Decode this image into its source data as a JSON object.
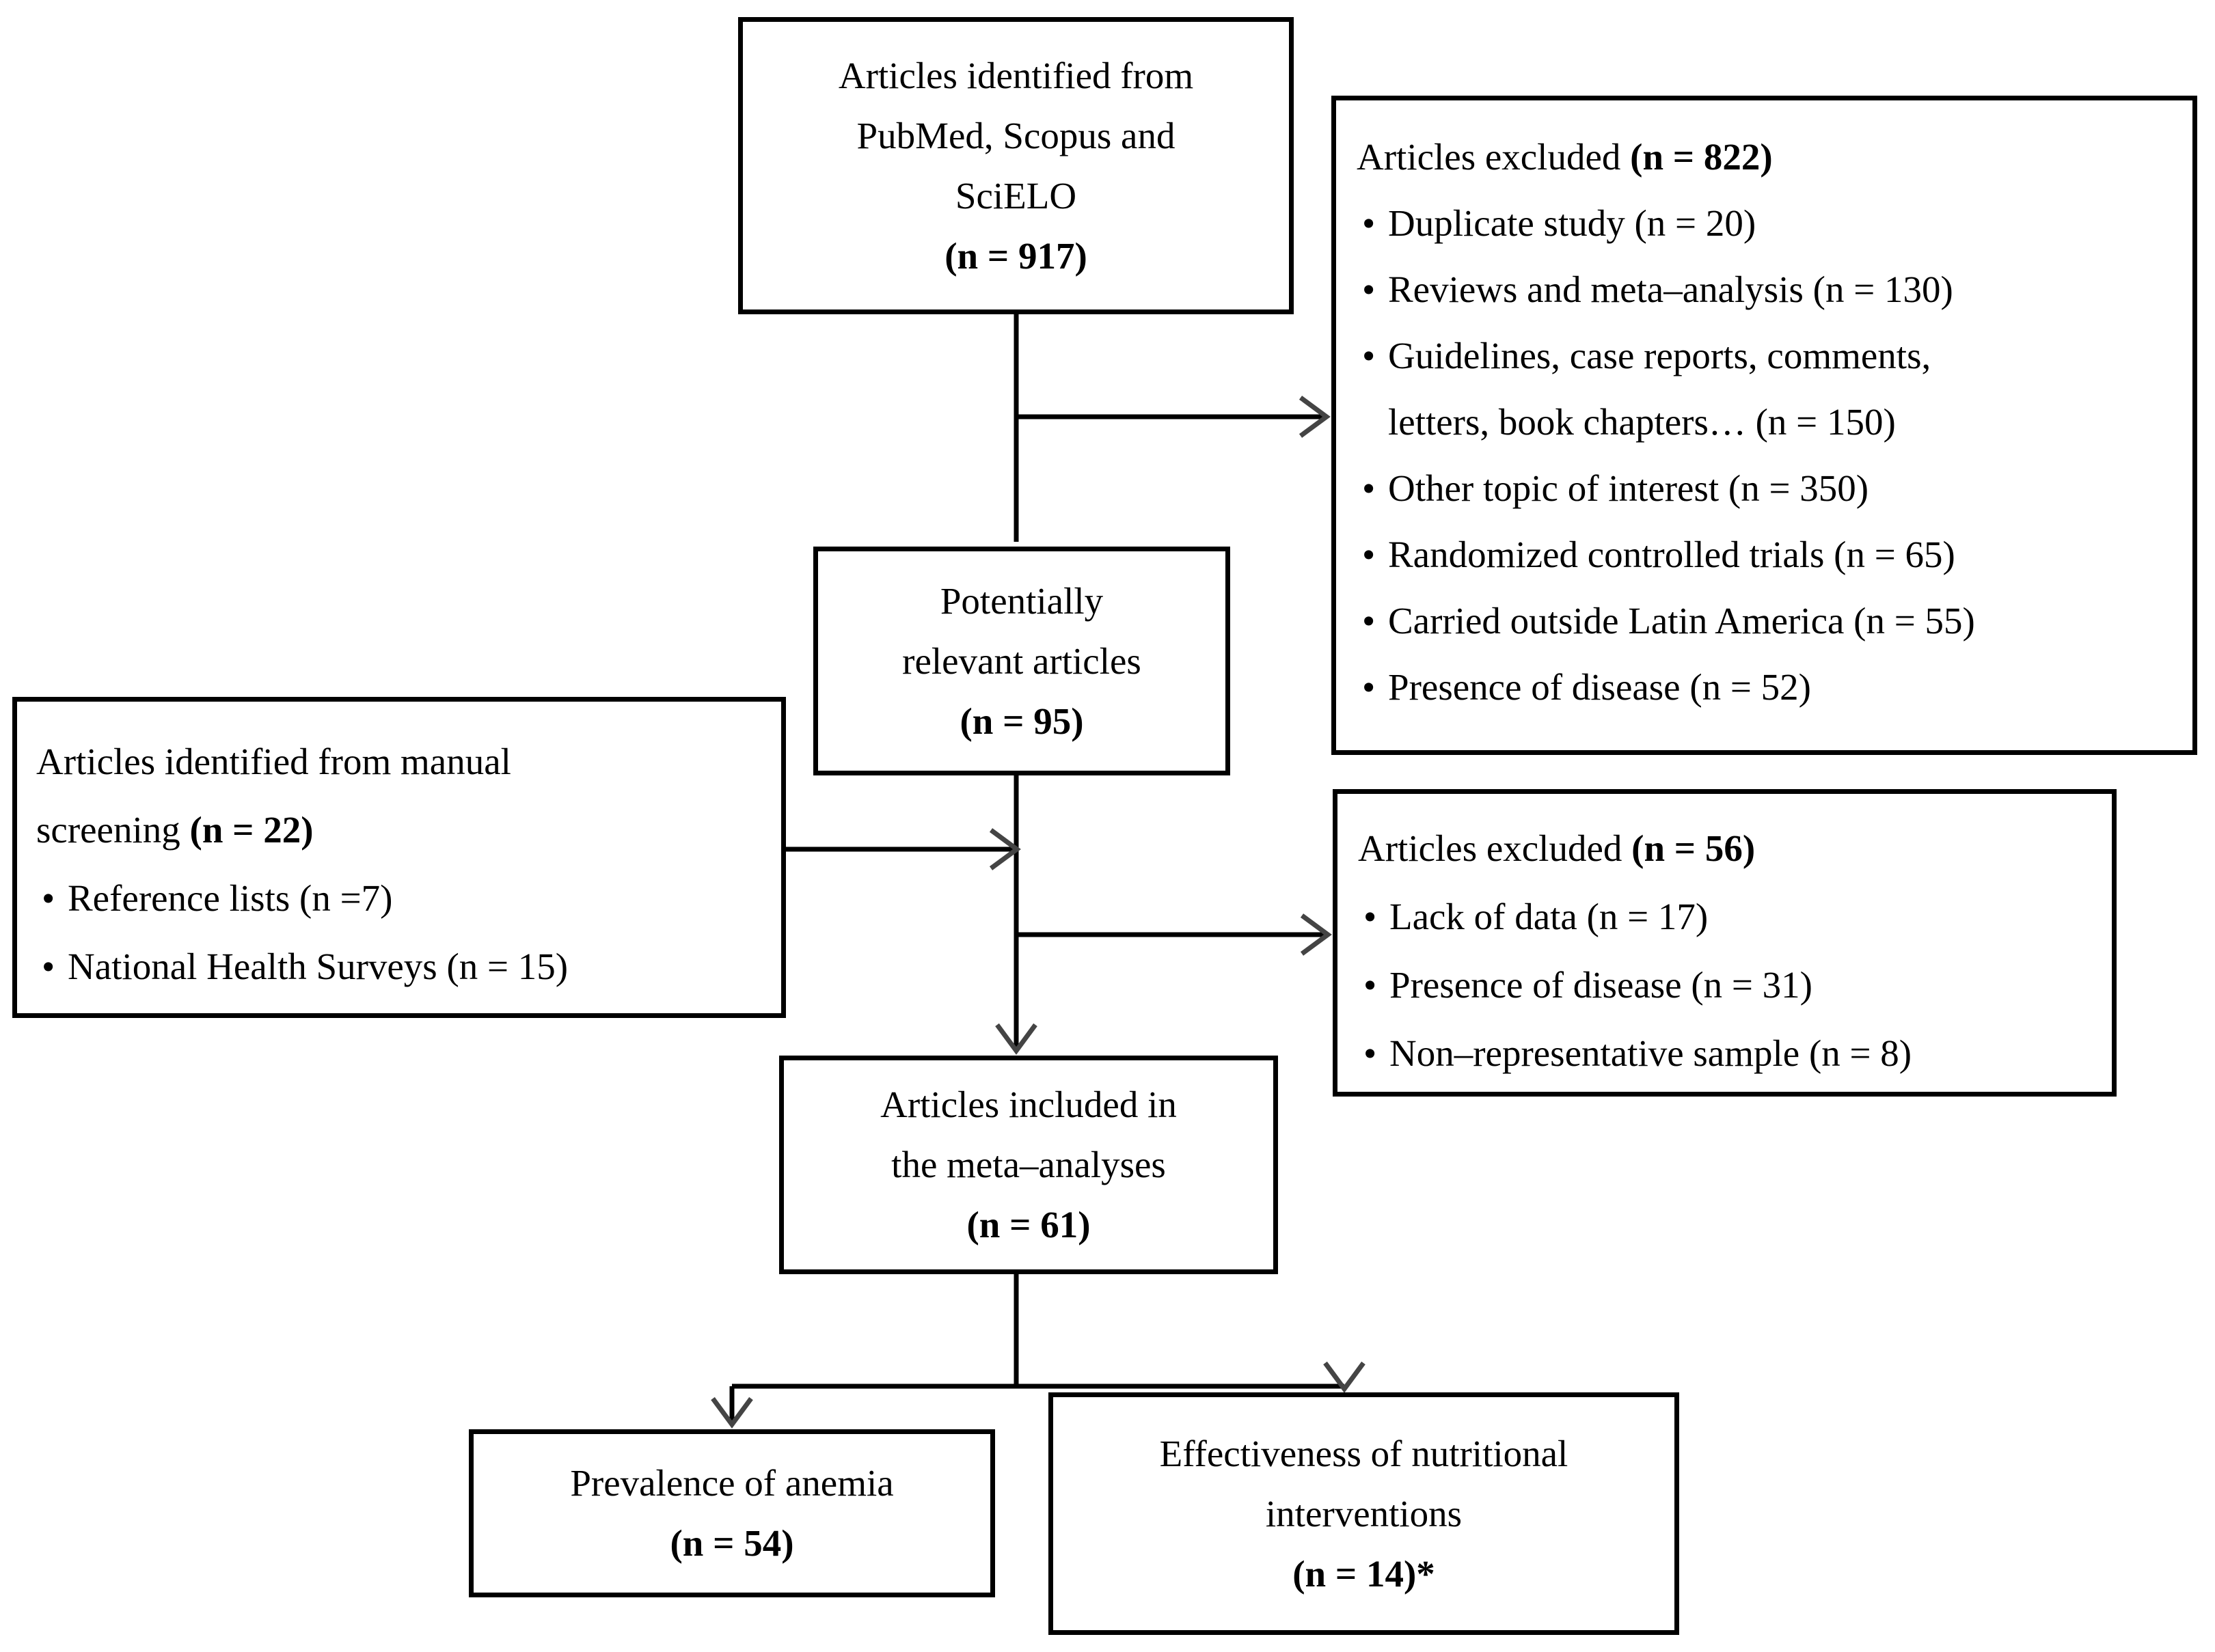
{
  "diagram": {
    "type": "prisma-flow-diagram",
    "nodes": {
      "identified_db": {
        "lines": [
          "Articles identified from",
          "PubMed, Scopus and",
          "SciELO"
        ],
        "count_label": "(n = 917)"
      },
      "excluded_1": {
        "heading_text": "Articles excluded ",
        "heading_count": "(n = 822)",
        "items": [
          {
            "text": "Duplicate study (n = 20)"
          },
          {
            "text": "Reviews and meta–analysis (n = 130)"
          },
          {
            "text": "Guidelines, case reports, comments,"
          },
          {
            "text": "letters, book chapters… (n = 150)",
            "continuation": true
          },
          {
            "text": "Other topic of interest (n = 350)"
          },
          {
            "text": "Randomized controlled trials (n = 65)"
          },
          {
            "text": "Carried outside Latin America (n = 55)"
          },
          {
            "text": "Presence of disease (n = 52)"
          }
        ]
      },
      "potentially_relevant": {
        "lines": [
          "Potentially",
          "relevant articles"
        ],
        "count_label": "(n = 95)"
      },
      "manual_screening": {
        "heading_line1": "Articles identified from manual",
        "heading_line2_text": "screening ",
        "heading_line2_count": "(n = 22)",
        "items": [
          {
            "text": "Reference lists (n =7)"
          },
          {
            "text": "National Health Surveys (n = 15)"
          }
        ]
      },
      "excluded_2": {
        "heading_text": "Articles excluded ",
        "heading_count": "(n = 56)",
        "items": [
          {
            "text": "Lack of data (n = 17)"
          },
          {
            "text": "Presence of disease (n = 31)"
          },
          {
            "text": "Non–representative sample (n = 8)"
          }
        ]
      },
      "included_meta": {
        "lines": [
          "Articles included in",
          "the meta–analyses"
        ],
        "count_label": "(n = 61)"
      },
      "prevalence": {
        "lines": [
          "Prevalence of anemia"
        ],
        "count_label": "(n = 54)"
      },
      "effectiveness": {
        "lines": [
          "Effectiveness of nutritional",
          "interventions"
        ],
        "count_label": "(n = 14)*"
      }
    },
    "bullet_glyph": "•",
    "colors": {
      "stroke": "#000000",
      "background": "#ffffff",
      "text": "#000000"
    }
  }
}
